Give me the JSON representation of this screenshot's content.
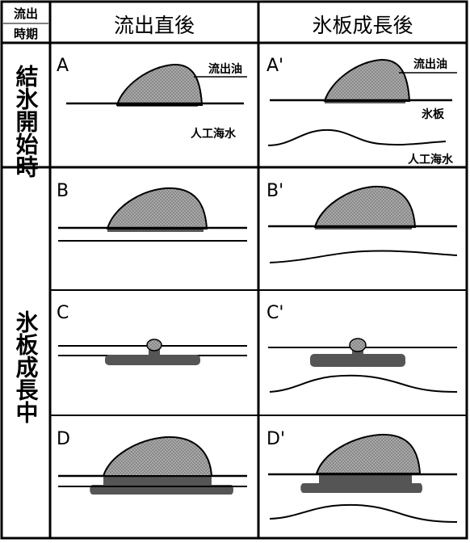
{
  "header": {
    "period_label_line1": "流出",
    "period_label_line2": "時期",
    "col1_title": "流出直後",
    "col2_title": "氷板成長後"
  },
  "rows": {
    "freeze_start": "結氷開始時",
    "ice_growing": "氷板成長中"
  },
  "panels": {
    "A": "A",
    "A_prime": "A'",
    "B": "B",
    "B_prime": "B'",
    "C": "C",
    "C_prime": "C'",
    "D": "D",
    "D_prime": "D'"
  },
  "labels": {
    "oil_A": "流出油",
    "seawater_A": "人工海水",
    "oil_Ap": "流出油",
    "ice_Ap": "氷板",
    "seawater_Ap": "人工海水"
  },
  "colors": {
    "oil_fill": "#9a9a9a",
    "oil_dark": "#555555",
    "line": "#000000"
  }
}
